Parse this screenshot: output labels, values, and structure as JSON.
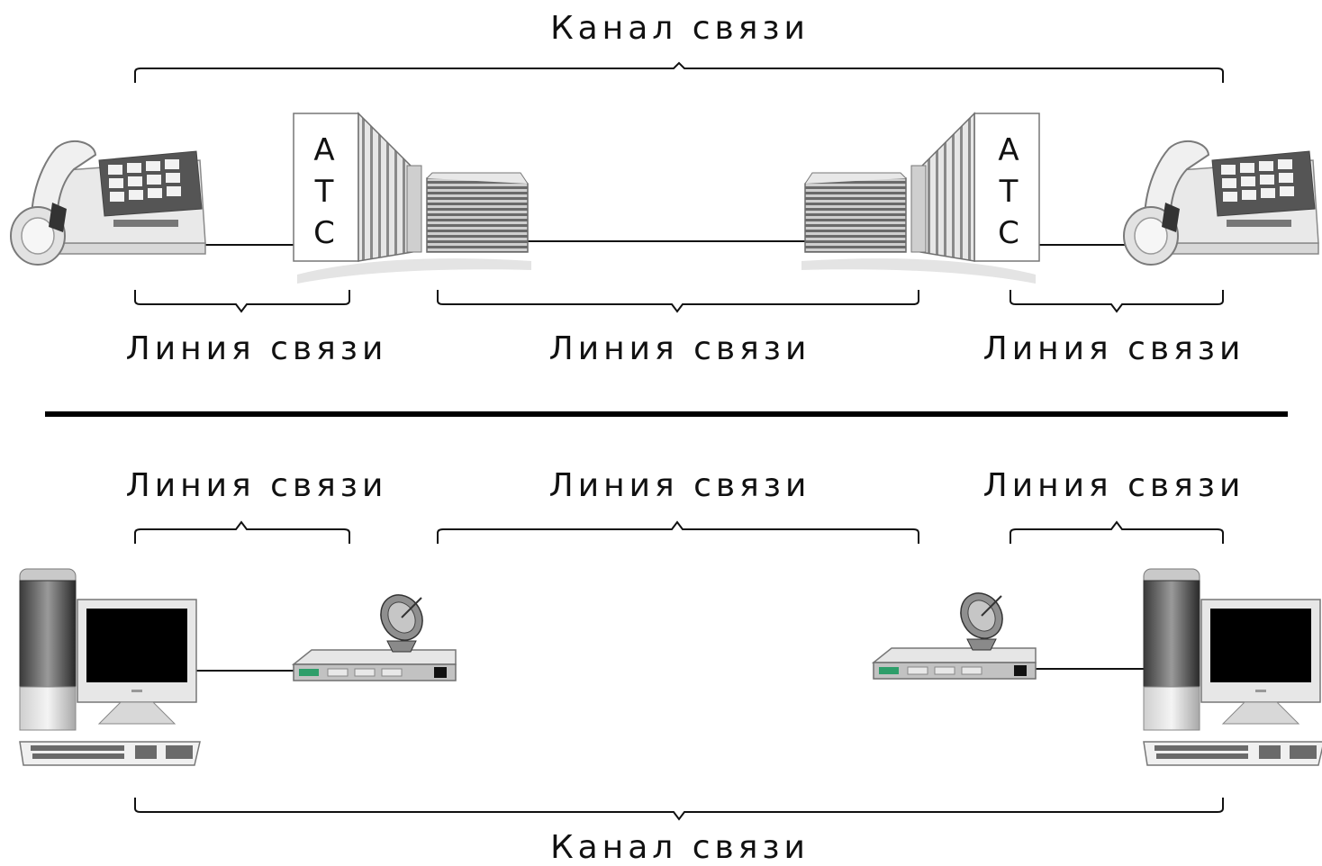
{
  "top": {
    "channel_label": "Канал связи",
    "line_labels": [
      "Линия связи",
      "Линия связи",
      "Линия связи"
    ],
    "exchange_letters": [
      "А",
      "Т",
      "С"
    ]
  },
  "bottom": {
    "channel_label": "Канал связи",
    "line_labels": [
      "Линия связи",
      "Линия связи",
      "Линия связи"
    ]
  },
  "icons": {
    "phone": "telephone-icon",
    "exchange": "telephone-exchange-icon",
    "computer": "desktop-computer-icon",
    "satellite_modem": "satellite-modem-icon"
  },
  "colors": {
    "line": "#111111",
    "device_gray": "#bdbdbd",
    "device_dark": "#5a5a5a",
    "screen": "#000000",
    "led": "#2e9e6a"
  }
}
